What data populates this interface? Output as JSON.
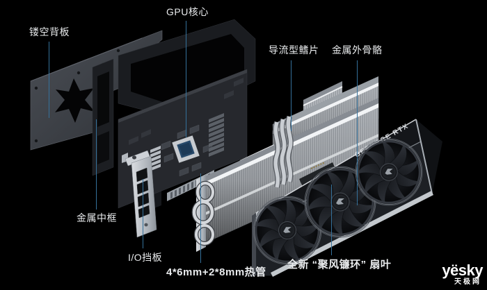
{
  "page": {
    "background": "#000000"
  },
  "labels": [
    {
      "id": "backplate",
      "text": "镂空背板"
    },
    {
      "id": "gpu-core",
      "text": "GPU核心"
    },
    {
      "id": "flow-fins",
      "text": "导流型鳍片"
    },
    {
      "id": "exoskeleton",
      "text": "金属外骨骼"
    },
    {
      "id": "mid-frame",
      "text": "金属中框"
    },
    {
      "id": "io-bracket",
      "text": "I/O挡板"
    },
    {
      "id": "heat-pipes",
      "text": "4*6mm+2*8mm热管"
    },
    {
      "id": "fan-blades",
      "text": "全新 “聚风镰环” 扇叶"
    }
  ],
  "illustration": {
    "geforce_text": "GEFORCE RTX"
  },
  "watermark": {
    "brand": "yësky",
    "site": "天极网"
  },
  "colors": {
    "label_text": "#e9ebed",
    "leader_line": "#35719b",
    "silver": "#c9cdd2",
    "background": "#000000"
  }
}
